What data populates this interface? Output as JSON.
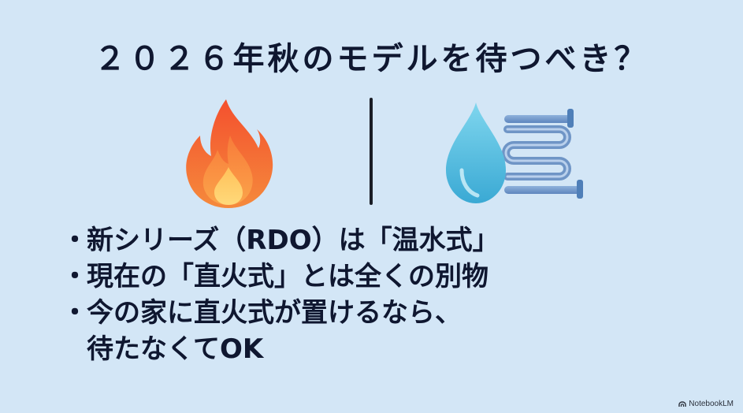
{
  "title": "２０２６年秋のモデルを待つべき？",
  "icons": {
    "left": "fire-icon",
    "right": "water-drop-radiator-icon"
  },
  "bullet_symbol": "・",
  "bullets": [
    {
      "lines": [
        "新シリーズ（RDO）は「温水式」"
      ]
    },
    {
      "lines": [
        "現在の「直火式」とは全くの別物"
      ]
    },
    {
      "lines": [
        "今の家に直火式が置けるなら、",
        "待たなくてOK"
      ]
    }
  ],
  "brand": {
    "label": "NotebookLM"
  },
  "colors": {
    "background": "#d3e6f6",
    "text": "#0f1730",
    "fire_outer": "#f25c3a",
    "fire_inner": "#ffb347",
    "water": "#5cc4e6",
    "pipe": "#4f7fb8"
  }
}
